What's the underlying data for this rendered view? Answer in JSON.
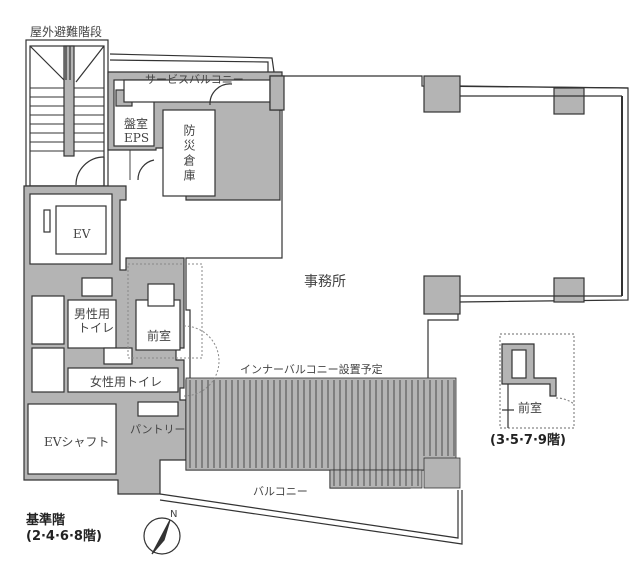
{
  "floor_plan": {
    "title": "基準階",
    "floors": "(2·4·6·8階)",
    "alt_floors": "(3·5·7·9階)",
    "compass_label": "N",
    "rooms": {
      "exterior_stairs": "屋外避難階段",
      "service_balcony": "サービスバルコニー",
      "panel_room": "盤室",
      "eps": "EPS",
      "disaster_storage": "防災倉庫",
      "elevator": "EV",
      "office": "事務所",
      "mens_toilet_line1": "男性用",
      "mens_toilet_line2": "トイレ",
      "anteroom": "前室",
      "womens_toilet": "女性用トイレ",
      "inner_balcony": "インナーバルコニー設置予定",
      "ev_shaft": "EVシャフト",
      "pantry": "パントリー",
      "balcony": "バルコニー",
      "alt_anteroom": "前室"
    },
    "colors": {
      "wall_fill": "#b4b4b4",
      "line": "#333333",
      "text": "#444444",
      "dotted": "#888888"
    }
  }
}
